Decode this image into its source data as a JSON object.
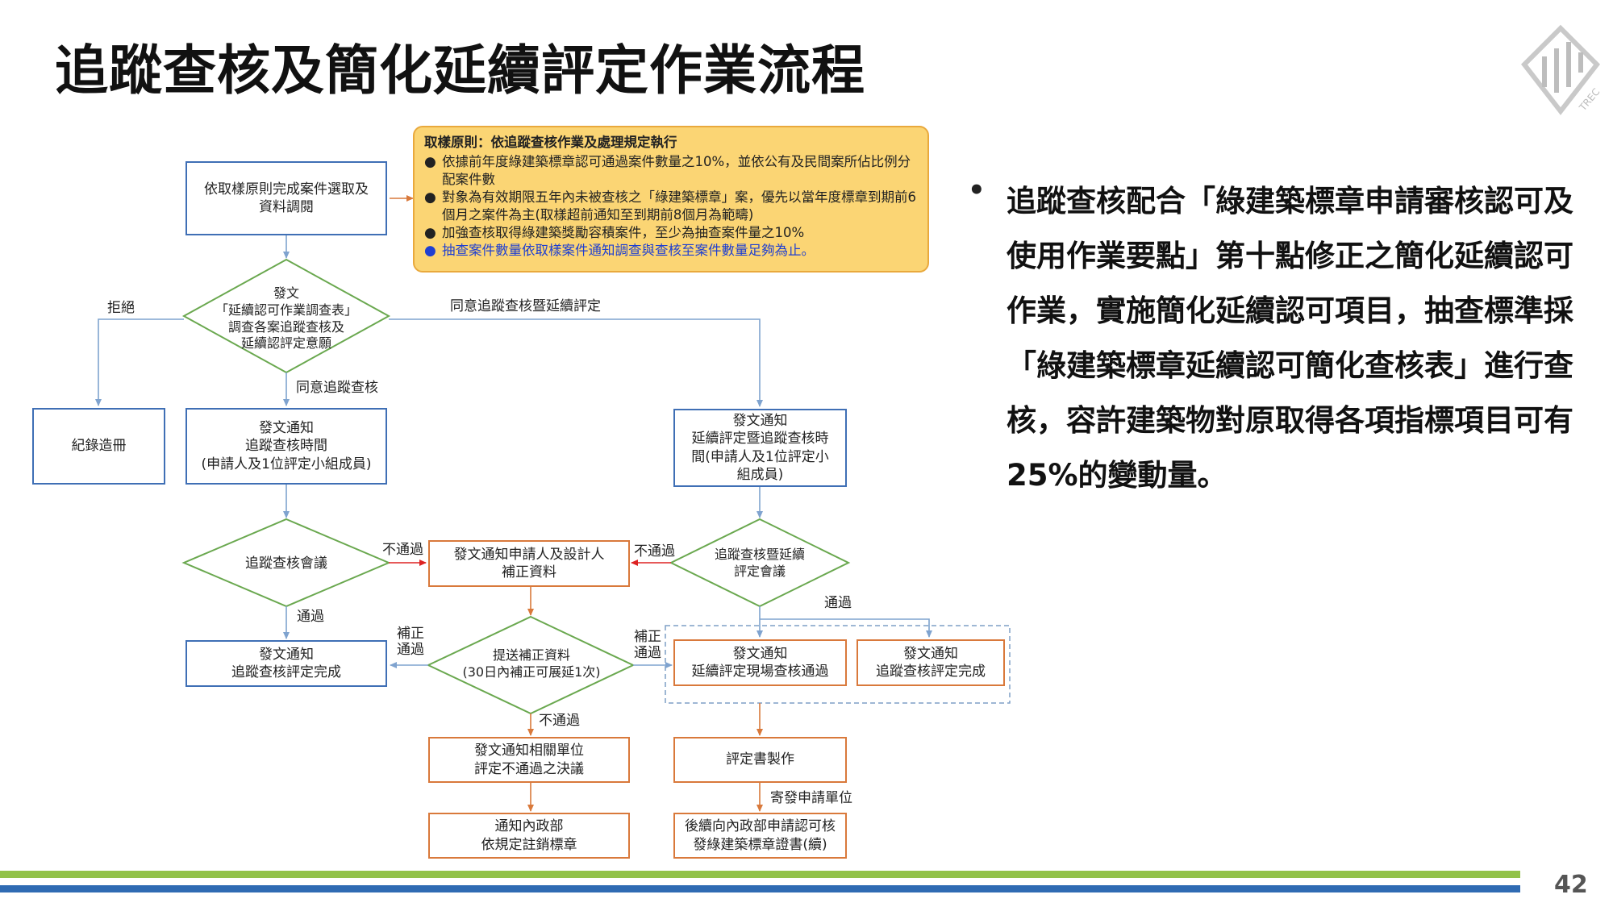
{
  "title": "追蹤查核及簡化延續評定作業流程",
  "page_number": "42",
  "colors": {
    "blue_border": "#3f6fb5",
    "orange_border": "#d9793b",
    "green_diamond": "#6aa84f",
    "note_fill": "#fbd574",
    "highlight_text": "#1f3fd1",
    "bar_green": "#92c24a",
    "bar_blue": "#2f6bb3"
  },
  "logo": {
    "icon": "trec-logo-icon",
    "text": "TREC"
  },
  "note": {
    "heading": "取樣原則：依追蹤查核作業及處理規定執行",
    "items": [
      "依據前年度綠建築標章認可通過案件數量之10%，並依公有及民間案所佔比例分配案件數",
      "對象為有效期限五年內未被查核之「綠建築標章」案，優先以當年度標章到期前6個月之案件為主(取樣超前通知至到期前8個月為範疇)",
      "加強查核取得綠建築獎勵容積案件，至少為抽查案件量之10%",
      "抽查案件數量依取樣案件通知調查與查核至案件數量足夠為止。"
    ]
  },
  "flow": {
    "select_box": "依取樣原則完成案件選取及\n資料調閱",
    "diamond_survey": "發文\n「延續認可作業調查表」\n調查各案追蹤查核及\n延續認評定意願",
    "label_reject": "拒絕",
    "label_agree_both": "同意追蹤查核暨延續評定",
    "label_agree_track": "同意追蹤查核",
    "record_box": "紀錄造冊",
    "notice_time_box": "發文通知\n追蹤查核時間\n(申請人及1位評定小組成員)",
    "notice_renew_box": "發文通知\n延續評定暨追蹤查核時\n間(申請人及1位評定小\n組成員)",
    "diamond_meeting": "追蹤查核會議",
    "diamond_renew_meeting": "追蹤查核暨延續\n評定會議",
    "label_fail_left": "不通過",
    "label_fail_right": "不通過",
    "supplement_box": "發文通知申請人及設計人\n補正資料",
    "label_pass_left": "通過",
    "label_pass_right": "通過",
    "track_done_box": "發文通知\n追蹤查核評定完成",
    "diamond_submit": "提送補正資料\n(30日內補正可展延1次)",
    "label_supp_pass_left": "補正\n通過",
    "label_supp_pass_right": "補正\n通過",
    "label_supp_fail": "不通過",
    "renew_pass_box": "發文通知\n延續評定現場查核通過",
    "track_done_box2": "發文通知\n追蹤查核評定完成",
    "fail_notice_box": "發文通知相關單位\n評定不通過之決議",
    "revoke_box": "通知內政部\n依規定註銷標章",
    "certificate_box": "評定書製作",
    "label_mail": "寄發申請單位",
    "final_box": "後續向內政部申請認可核\n發綠建築標章證書(續)"
  },
  "bullet_text": "追蹤查核配合「綠建築標章申請審核認可及使用作業要點」第十點修正之簡化延續認可作業，實施簡化延續認可項目，抽查標準採「綠建築標章延續認可簡化查核表」進行查核，容許建築物對原取得各項指標項目可有25%的變動量。"
}
